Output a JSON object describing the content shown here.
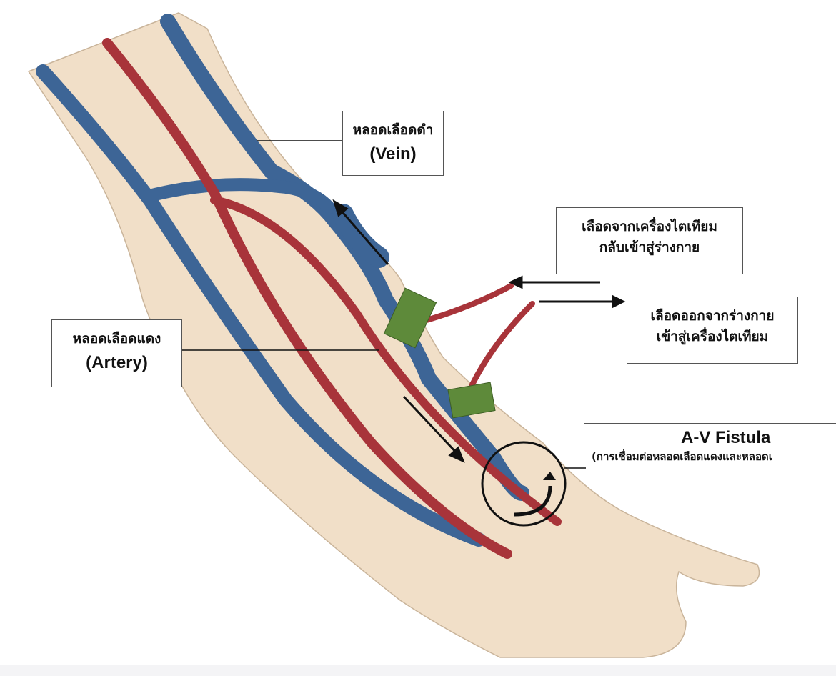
{
  "labels": {
    "vein": {
      "thai": "หลอดเลือดดำ",
      "english": "(Vein)"
    },
    "artery": {
      "thai": "หลอดเลือดแดง",
      "english": "(Artery)"
    },
    "blood_return": {
      "line1": "เลือดจากเครื่องไตเทียม",
      "line2": "กลับเข้าสู่ร่างกาย"
    },
    "blood_out": {
      "line1": "เลือดออกจากร่างกาย",
      "line2": "เข้าสู่เครื่องไตเทียม"
    },
    "fistula": {
      "title": "A-V Fistula",
      "subtitle": "(การเชื่อมต่อหลอดเลือดแดงและหลอดเ"
    }
  },
  "colors": {
    "skin": "#f1dfc8",
    "vein": "#3d6596",
    "artery": "#a8343a",
    "needle_tape": "#5e8a3a"
  }
}
